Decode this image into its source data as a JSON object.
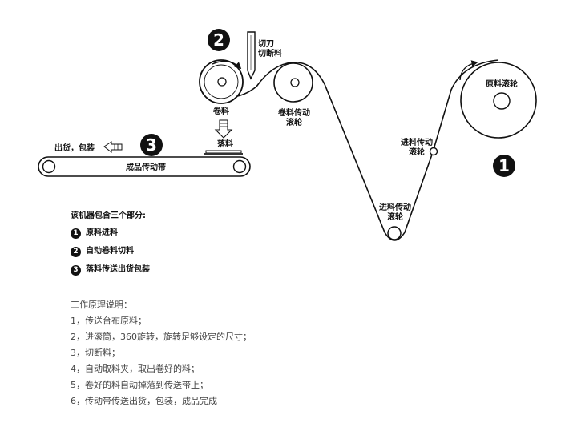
{
  "labels": {
    "raw_roller": "原料滚轮",
    "feed_roller_upper_1": "进料传动",
    "feed_roller_upper_2": "滚轮",
    "feed_roller_lower_1": "进料传动",
    "feed_roller_lower_2": "滚轮",
    "roll_drive_1": "卷料传动",
    "roll_drive_2": "滚轮",
    "roll": "卷料",
    "cutter_1": "切刀",
    "cutter_2": "切断料",
    "drop": "落料",
    "ship": "出货，包装",
    "conveyor": "成品传动带"
  },
  "badges": {
    "one": "1",
    "two": "2",
    "three": "3"
  },
  "legend": {
    "title": "该机器包含三个部分:",
    "items": [
      {
        "num": "1",
        "text": "原料进料"
      },
      {
        "num": "2",
        "text": "自动卷料切料"
      },
      {
        "num": "3",
        "text": "落料传送出货包装"
      }
    ]
  },
  "principle": {
    "title": "工作原理说明：",
    "steps": [
      "1，传送台布原料；",
      "2，进滚筒，360旋转，旋转足够设定的尺寸；",
      "3，切断料；",
      "4，自动取料夹，取出卷好的料；",
      "5，卷好的料自动掉落到传送带上；",
      "6，传动带传送出货，包装，成品完成"
    ]
  }
}
